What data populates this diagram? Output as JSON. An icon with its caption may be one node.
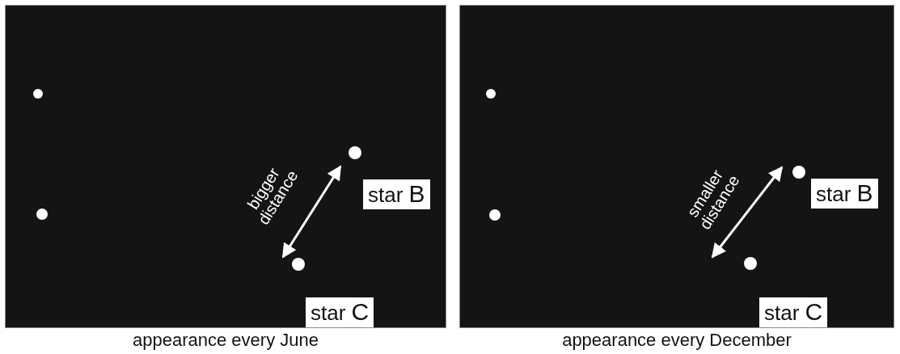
{
  "diagram": {
    "nodes": [
      {
        "text": [],
        "shape": "box",
        "beside": [
          "appearance every June"
        ]
      },
      {
        "text": [
          "star **B**"
        ],
        "in": 0
      },
      {
        "text": [
          "star **C**"
        ],
        "in": 0
      },
      {
        "text": [],
        "shape": "box",
        "beside": [
          "appearance every December"
        ]
      },
      {
        "text": [
          "star **B**"
        ],
        "in": 3
      },
      {
        "text": [
          "star **C**"
        ],
        "in": 3
      }
    ],
    "labels": [
      "bigger distance",
      "smaller distance"
    ]
  }
}
